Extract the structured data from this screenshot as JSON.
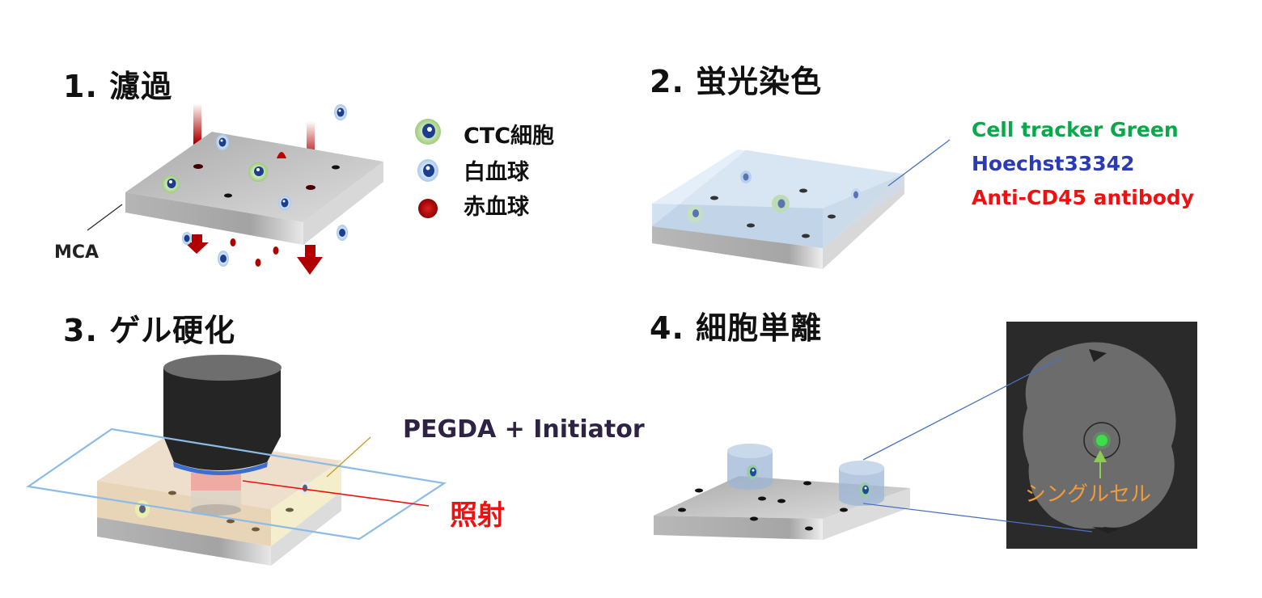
{
  "panels": {
    "p1": {
      "title": "1. 濾過",
      "mca_label": "MCA",
      "legend": [
        {
          "icon": "ctc-cell-icon",
          "label": "CTC細胞"
        },
        {
          "icon": "white-blood-cell-icon",
          "label": "白血球"
        },
        {
          "icon": "red-blood-cell-icon",
          "label": "赤血球"
        }
      ]
    },
    "p2": {
      "title": "2. 蛍光染色",
      "stains": [
        {
          "label": "Cell tracker Green",
          "color": "#0aa84b"
        },
        {
          "label": "Hoechst33342",
          "color": "#2a3bb5"
        },
        {
          "label": "Anti-CD45 antibody",
          "color": "#ee1111"
        }
      ]
    },
    "p3": {
      "title": "3. ゲル硬化",
      "gel_label": "PEGDA + Initiator",
      "gel_label_color": "#2e2344",
      "irradiation_label": "照射",
      "irradiation_color": "#ee1111"
    },
    "p4": {
      "title": "4. 細胞単離",
      "single_cell_label": "シングルセル",
      "single_cell_color": "#f09a3a"
    }
  }
}
